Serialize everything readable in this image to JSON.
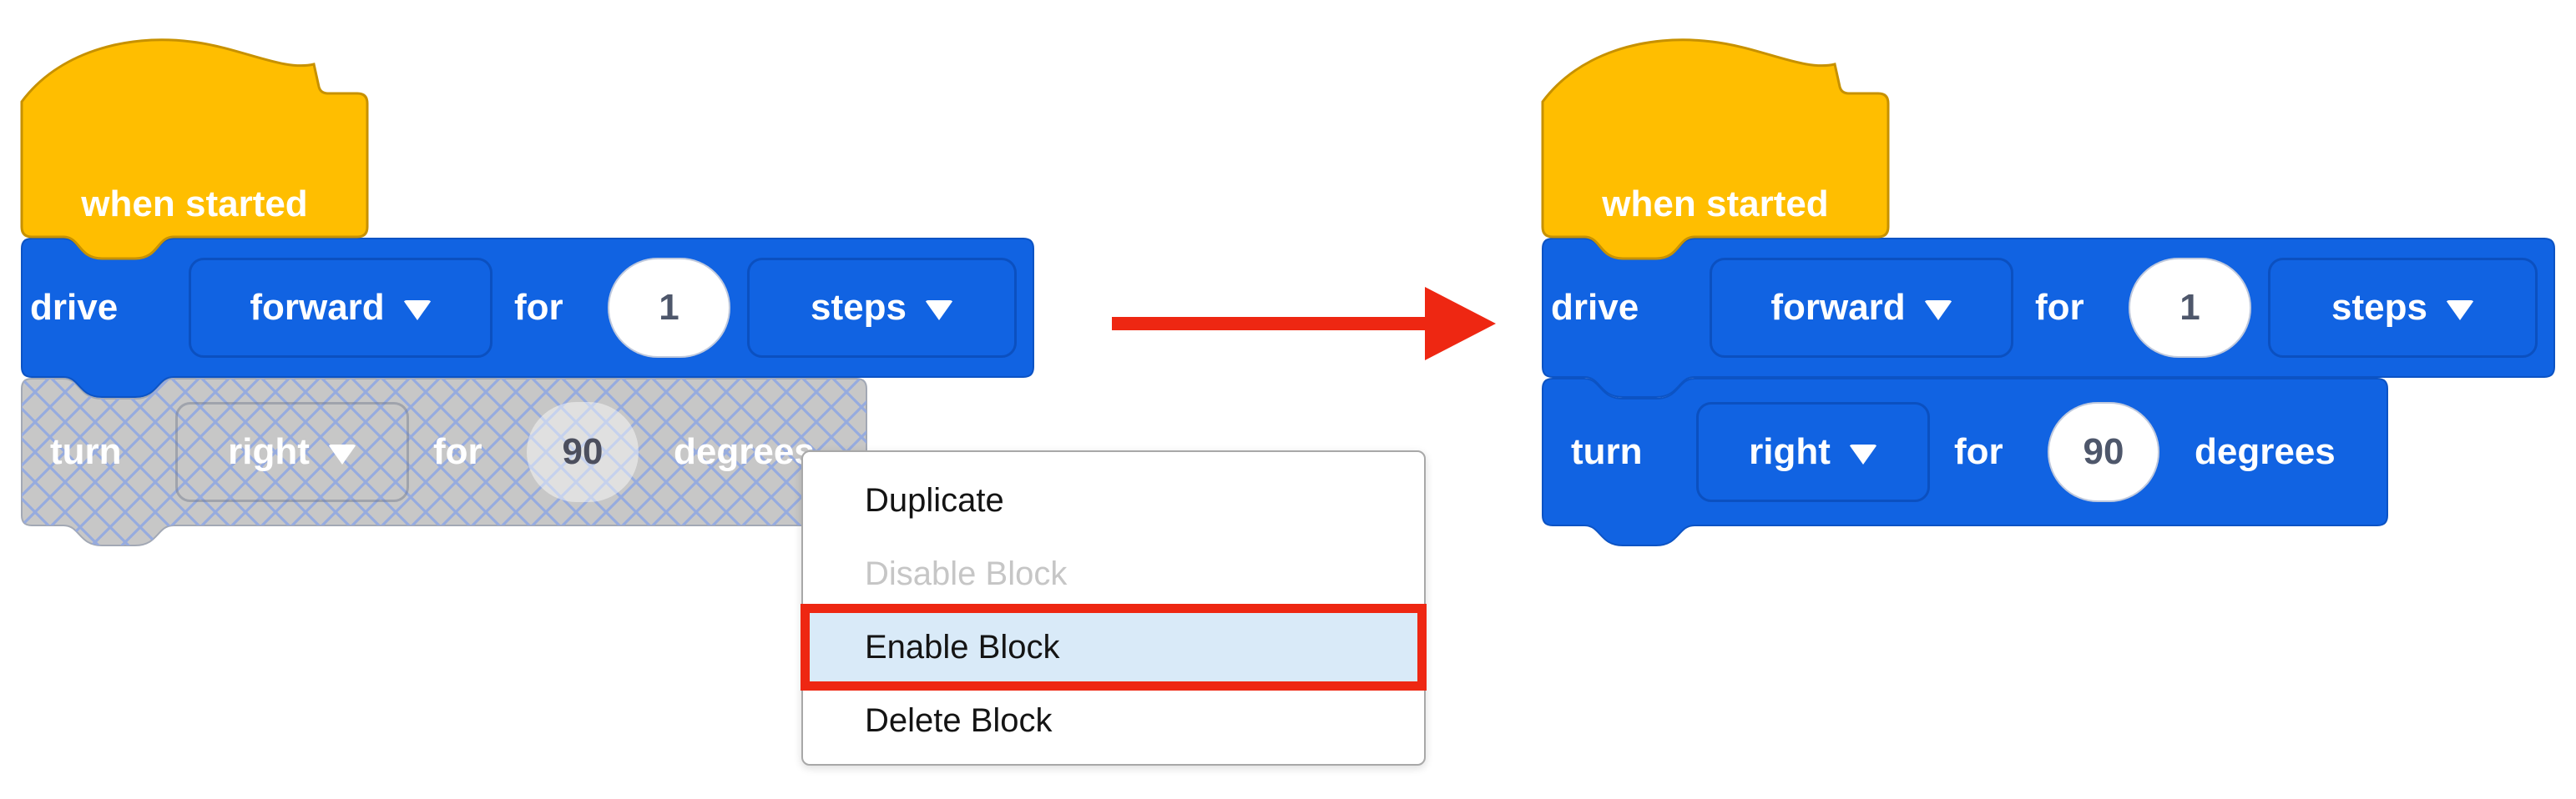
{
  "colors": {
    "block_blue": "#1163e2",
    "block_blue_border": "#0c53c4",
    "hat_yellow": "#ffbe00",
    "hat_yellow_border": "#c79100",
    "disabled_gray": "#c7c7c7",
    "disabled_border": "#a2a8b4",
    "hatch_line": "#96abdf",
    "value_text": "#4e576b",
    "menu_highlight": "#d9eaf8",
    "annotation_red": "#ee2712"
  },
  "stacks": {
    "left": {
      "hat_label": "when started",
      "drive": {
        "verb": "drive",
        "direction": "forward",
        "preposition": "for",
        "value": "1",
        "unit": "steps"
      },
      "turn": {
        "verb": "turn",
        "direction": "right",
        "preposition": "for",
        "value": "90",
        "unit": "degrees",
        "state": "disabled"
      }
    },
    "right": {
      "hat_label": "when started",
      "drive": {
        "verb": "drive",
        "direction": "forward",
        "preposition": "for",
        "value": "1",
        "unit": "steps"
      },
      "turn": {
        "verb": "turn",
        "direction": "right",
        "preposition": "for",
        "value": "90",
        "unit": "degrees",
        "state": "enabled"
      }
    }
  },
  "context_menu": {
    "items": [
      {
        "label": "Duplicate",
        "state": "normal"
      },
      {
        "label": "Disable Block",
        "state": "disabled"
      },
      {
        "label": "Enable Block",
        "state": "highlighted"
      },
      {
        "label": "Delete Block",
        "state": "normal"
      }
    ]
  }
}
